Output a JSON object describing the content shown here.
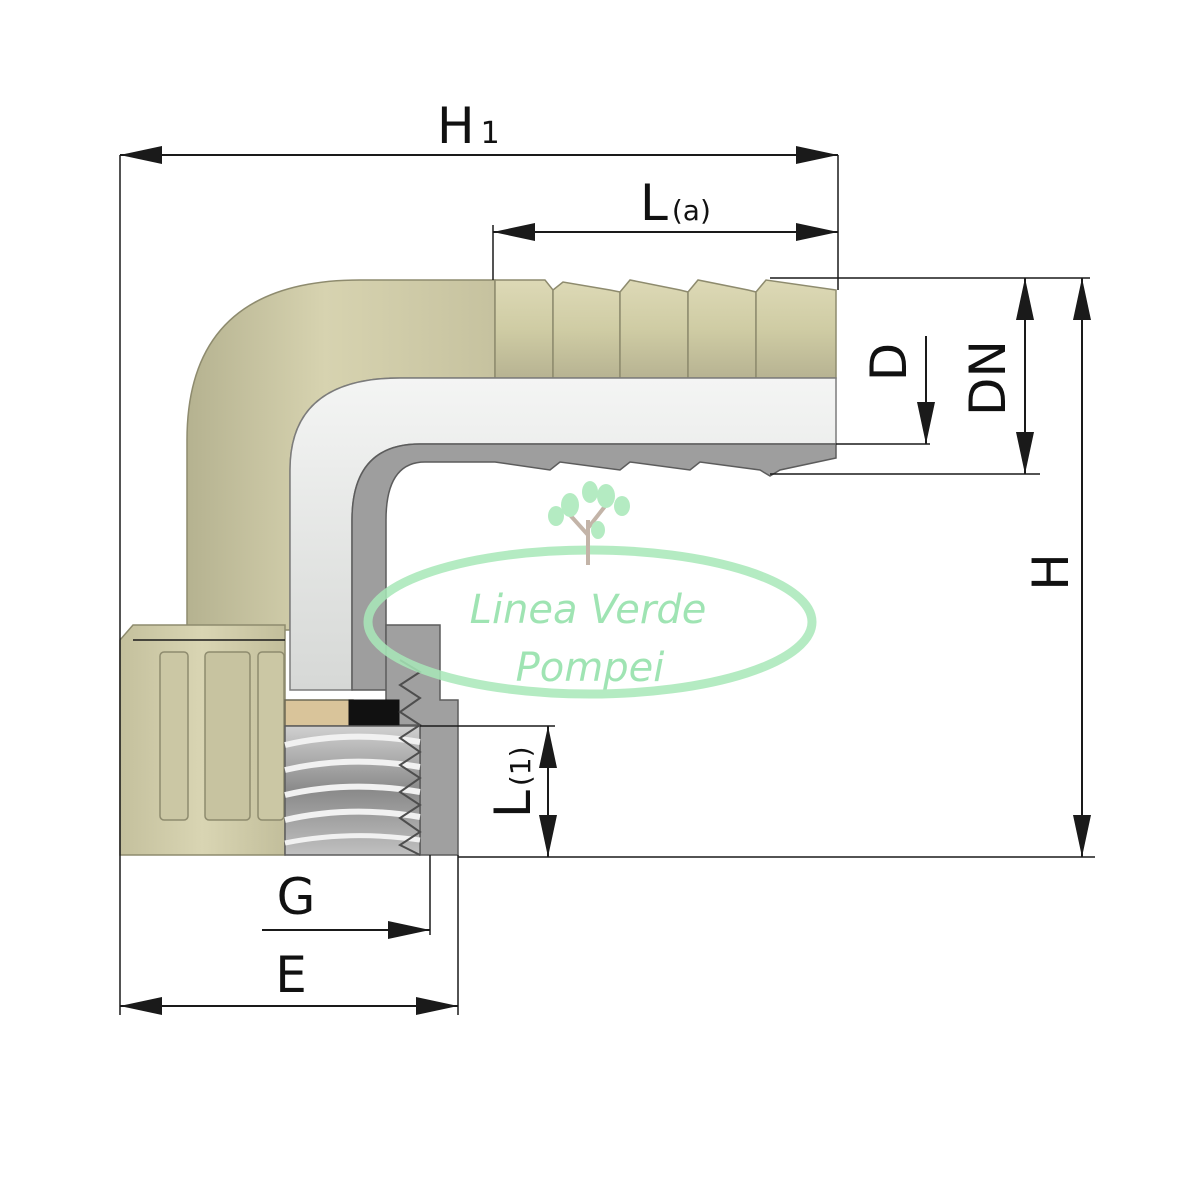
{
  "dimensions": {
    "h1": {
      "main": "H",
      "sub": "1"
    },
    "la": {
      "main": "L",
      "sub": "(a)"
    },
    "d": "D",
    "dn": "DN",
    "h": "H",
    "l1": {
      "main": "L",
      "sub": "(1)"
    },
    "g": "G",
    "e": "E"
  },
  "watermark": {
    "line1": "Linea Verde",
    "line2": "Pompei"
  },
  "colors": {
    "body": "#cfcca4",
    "body_shadow": "#a9a684",
    "section_interior": "#eceeec",
    "cut_wall": "#9a9a9a",
    "thread_dark": "#7d7d7d",
    "thread_light": "#c8c8c8",
    "gasket_black": "#111111",
    "washer_tan": "#d9c49a",
    "watermark_green": "#8fe0a6"
  }
}
